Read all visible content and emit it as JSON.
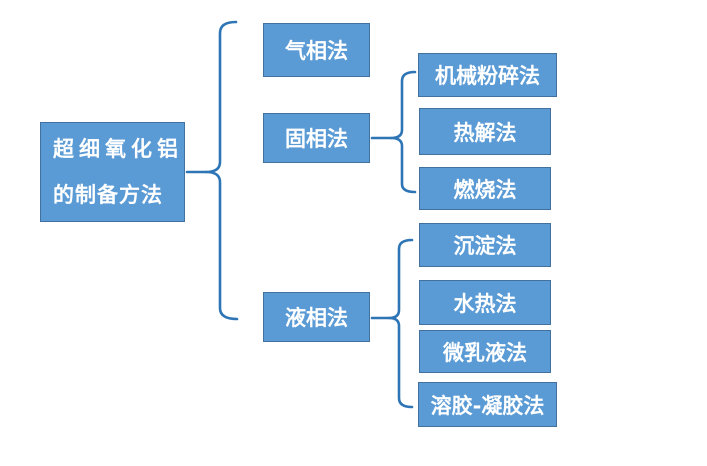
{
  "diagram": {
    "root": {
      "line1": "超细氧化铝",
      "line2": "的制备方法"
    },
    "branches": [
      {
        "label": "气相法",
        "children": []
      },
      {
        "label": "固相法",
        "children": [
          "机械粉碎法",
          "热解法",
          "燃烧法"
        ]
      },
      {
        "label": "液相法",
        "children": [
          "沉淀法",
          "水热法",
          "微乳液法",
          "溶胶-凝胶法"
        ]
      }
    ],
    "colors": {
      "box_fill": "#5B9BD5",
      "box_border": "#41719C",
      "brace": "#2E75B6",
      "text": "#FFFFFF",
      "background": "#FFFFFF"
    }
  }
}
